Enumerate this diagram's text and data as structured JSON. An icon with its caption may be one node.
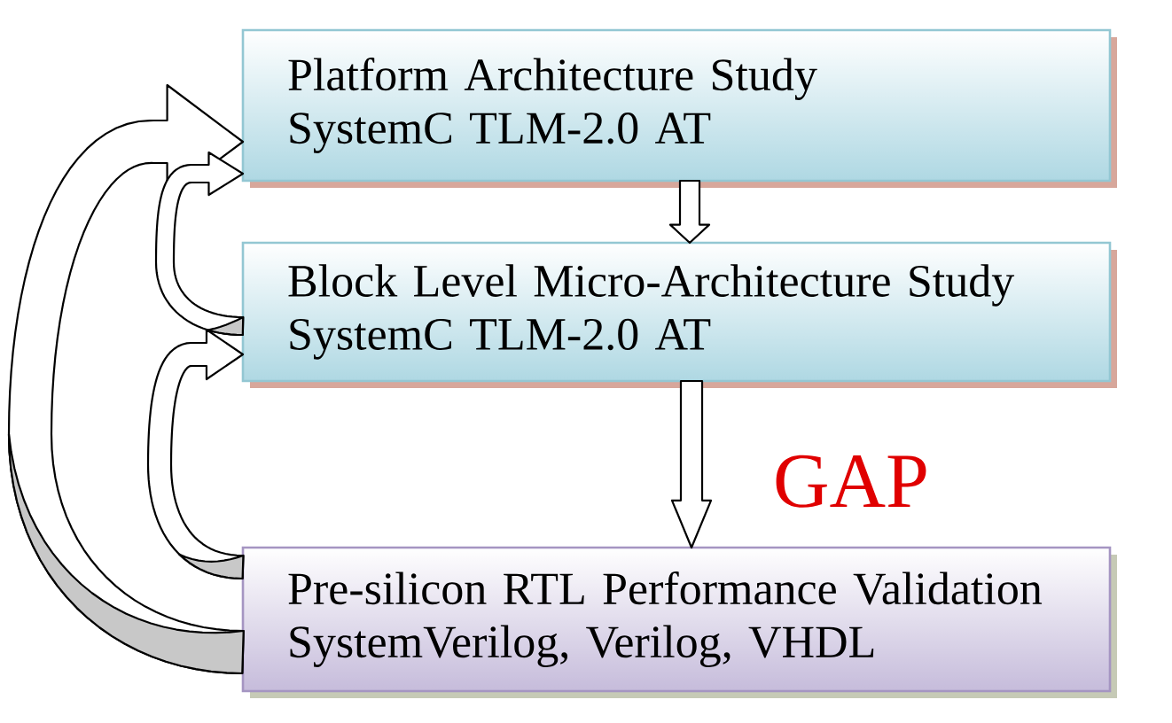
{
  "diagram": {
    "nodes": [
      {
        "text": [
          "Platform Architecture Study",
          "SystemC TLM-2.0 AT"
        ]
      },
      {
        "text": [
          "Block Level Micro-Architecture Study",
          "SystemC TLM-2.0 AT"
        ]
      },
      {
        "text": [
          "Pre-silicon RTL Performance Validation",
          "SystemVerilog, Verilog, VHDL"
        ]
      }
    ],
    "edges": [
      {
        "from": 0,
        "to": 1,
        "arrow": "to"
      },
      {
        "from": 1,
        "to": 2,
        "arrow": "to"
      },
      {
        "from": 2,
        "to": 0,
        "arrow": "to"
      },
      {
        "from": 1,
        "to": 0,
        "arrow": "to"
      },
      {
        "from": 2,
        "to": 1,
        "arrow": "to"
      }
    ],
    "labels": [
      "GAP"
    ]
  }
}
